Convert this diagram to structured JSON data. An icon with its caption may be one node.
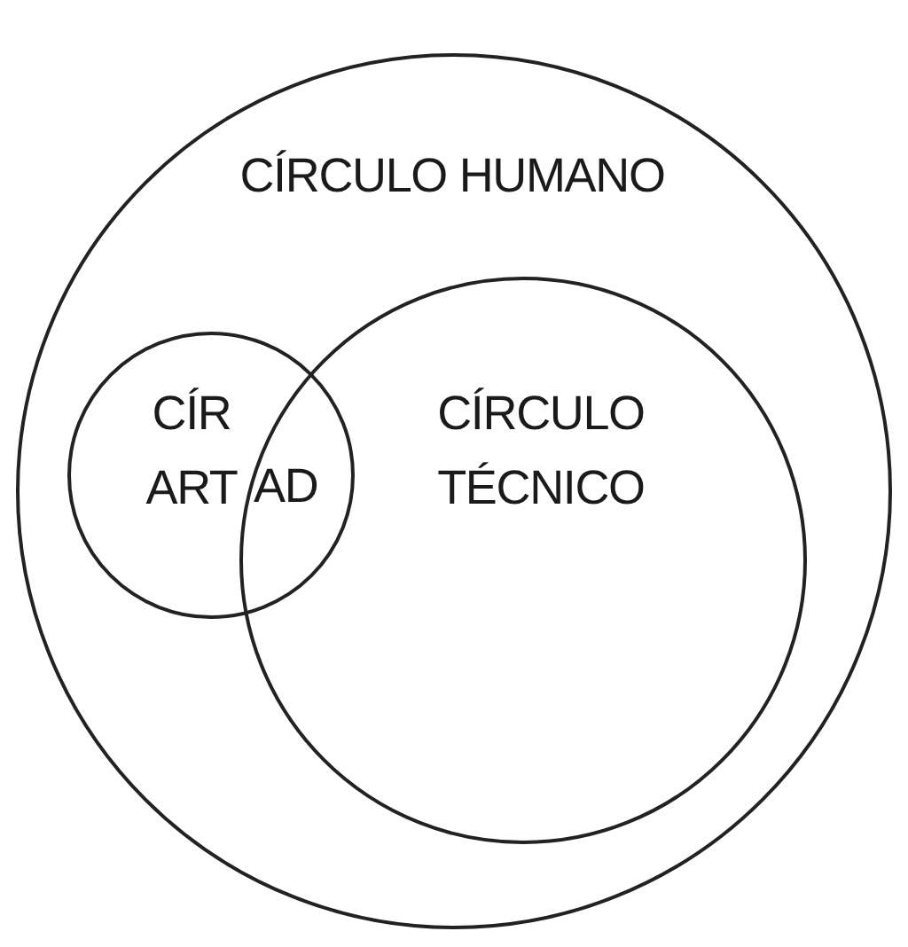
{
  "diagram": {
    "nodes": [
      {
        "text": [
          "CÍRCULO HUMANO"
        ]
      },
      {
        "text": [
          "CÍR ART"
        ],
        "in": 0
      },
      {
        "text": [
          "CÍRCULO TÉCNICO"
        ],
        "in": 0
      }
    ],
    "labels": [
      "AD"
    ]
  }
}
